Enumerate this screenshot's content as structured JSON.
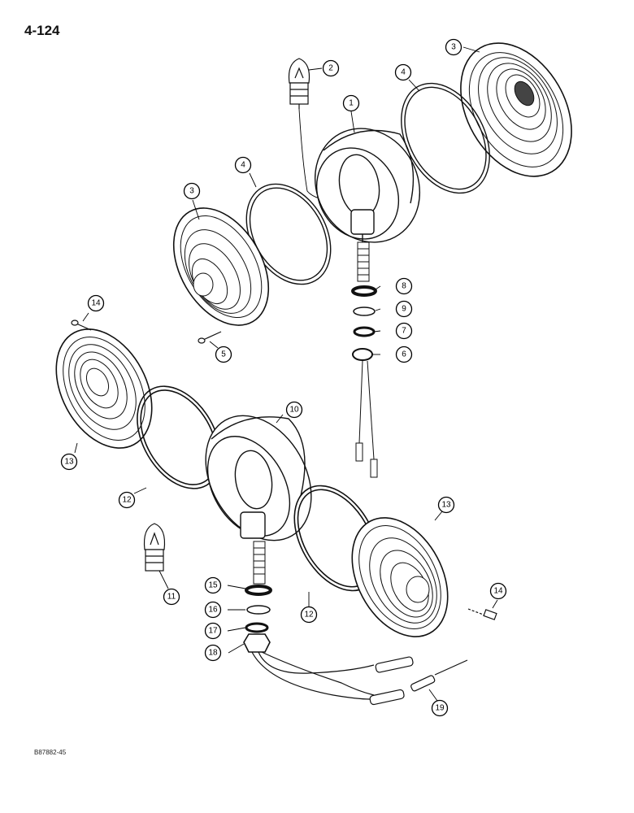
{
  "page": {
    "number": "4-124",
    "figure_code": "B87882-45"
  },
  "callouts": [
    "1",
    "2",
    "3",
    "3",
    "4",
    "4",
    "5",
    "6",
    "7",
    "8",
    "9",
    "10",
    "11",
    "12",
    "12",
    "13",
    "13",
    "14",
    "14",
    "15",
    "16",
    "17",
    "18",
    "19"
  ]
}
